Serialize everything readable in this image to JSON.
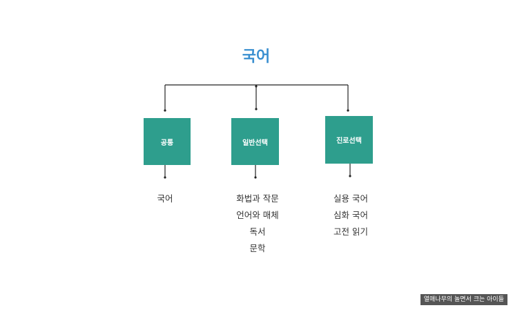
{
  "title": "국어",
  "categories": [
    {
      "label": "공통",
      "items": [
        "국어"
      ]
    },
    {
      "label": "일반선택",
      "items": [
        "화법과 작문",
        "언어와 매체",
        "독서",
        "문학"
      ]
    },
    {
      "label": "진로선택",
      "items": [
        "실용 국어",
        "심화 국어",
        "고전 읽기"
      ]
    }
  ],
  "watermark": "열매나무의 놀면서 크는 아이들",
  "colors": {
    "title": "#3a8fd0",
    "box": "#2e9e8d",
    "line": "#222222"
  }
}
